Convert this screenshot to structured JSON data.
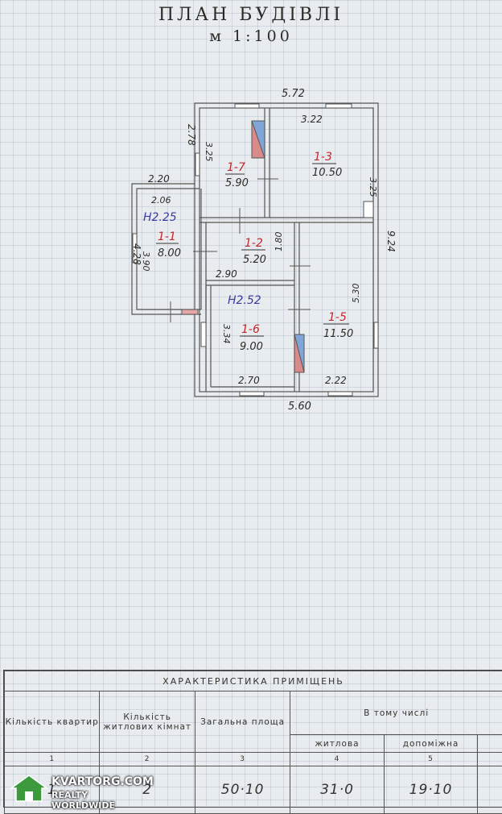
{
  "header": {
    "title": "ПЛАН БУДІВЛІ",
    "scale": "м 1:100"
  },
  "plan": {
    "dims": {
      "top_width": "5.72",
      "bottom_width": "5.60",
      "left_ext_width": "2.20",
      "left_ext_height": "4.28",
      "small_left_height": "2.78",
      "right_height": "9.24"
    },
    "rooms": [
      {
        "id": "1-7",
        "area": "5.90",
        "len": "3.25"
      },
      {
        "id": "1-3",
        "area": "10.50",
        "w": "3.22",
        "h": "3.25"
      },
      {
        "id": "1-1",
        "area": "8.00",
        "w": "2.06",
        "h": "3.90",
        "height_mark": "H2.25"
      },
      {
        "id": "1-2",
        "area": "5.20",
        "w": "2.90",
        "h": "1.80"
      },
      {
        "id": "1-6",
        "area": "9.00",
        "w": "2.70",
        "h": "3.34",
        "height_mark": "H2.52"
      },
      {
        "id": "1-5",
        "area": "11.50",
        "w": "2.22",
        "h": "5.30"
      }
    ]
  },
  "table": {
    "title": "ХАРАКТЕРИСТИКА ПРИМІЩЕНЬ",
    "col1": "Кількість квартир",
    "col2": "Кількість житлових кімнат",
    "col3": "Загальна площа",
    "group": "В тому числі",
    "col4": "житлова",
    "col5": "допоміжна",
    "n1": "1",
    "n2": "2",
    "n3": "3",
    "n4": "4",
    "n5": "5",
    "v1": "1",
    "v2": "2",
    "v3": "50·10",
    "v4": "31·0",
    "v5": "19·10"
  },
  "watermark": {
    "brand": "KVARTORG.COM",
    "tagline": "REALTY WORLDWIDE"
  },
  "colors": {
    "wall": "#555555",
    "red_ink": "#c2272d",
    "blue_ink": "#3a3aa0",
    "stair_blue": "#7fa6d6",
    "stair_red": "#d98a8a"
  }
}
